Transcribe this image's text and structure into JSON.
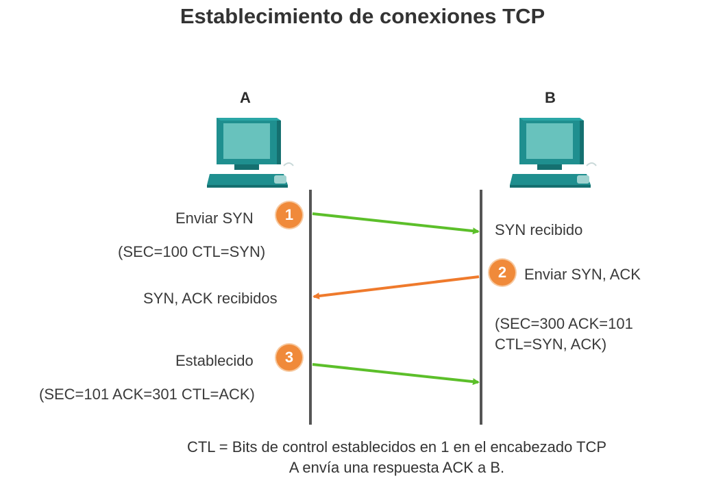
{
  "title": "Establecimiento de conexiones TCP",
  "hosts": {
    "a": "A",
    "b": "B"
  },
  "steps": [
    {
      "number": "1",
      "label": "Enviar SYN",
      "detail": "(SEC=100 CTL=SYN)",
      "receiver_text": "SYN recibido"
    },
    {
      "number": "2",
      "label": "Enviar SYN, ACK",
      "detail_line1": "(SEC=300 ACK=101",
      "detail_line2": "CTL=SYN, ACK)",
      "receiver_text": "SYN, ACK recibidos"
    },
    {
      "number": "3",
      "label": "Establecido",
      "detail": "(SEC=101 ACK=301 CTL=ACK)"
    }
  ],
  "footer": {
    "line1": "CTL = Bits de control establecidos en 1 en el encabezado TCP",
    "line2": "A envía una respuesta ACK a B."
  },
  "colors": {
    "arrow_green": "#5cbf2a",
    "arrow_orange": "#ef7a2c",
    "badge": "#f08a3a",
    "timeline": "#555555",
    "computer": "#1f8f8f",
    "screen": "#68c2bd"
  },
  "icons": [
    "computer-icon",
    "computer-icon"
  ]
}
